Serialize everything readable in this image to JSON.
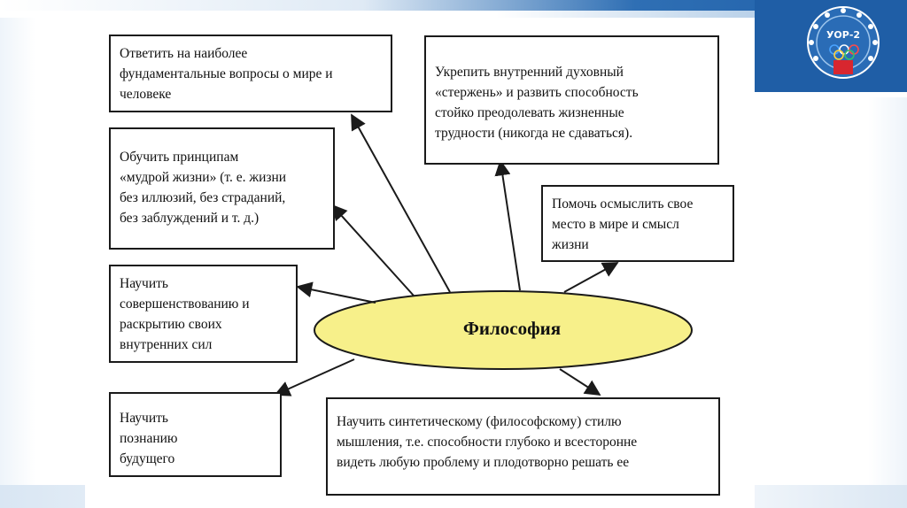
{
  "diagram": {
    "center_label": "Философия",
    "boxes": [
      {
        "id": "box-fundamental-questions",
        "text": "Ответить на наиболее\nфундаментальные вопросы о мире и\nчеловеке"
      },
      {
        "id": "box-inner-core",
        "text": "Укрепить внутренний духовный\n«стержень» и развить способность\nстойко преодолевать жизненные\nтрудности (никогда не сдаваться)."
      },
      {
        "id": "box-wise-life",
        "text": "Обучить принципам\n«мудрой жизни» (т. е. жизни\nбез иллюзий, без страданий,\nбез заблуждений и т. д.)"
      },
      {
        "id": "box-place-in-world",
        "text": "Помочь осмыслить свое\nместо в мире и смысл\nжизни"
      },
      {
        "id": "box-self-improvement",
        "text": "Научить\nсовершенствованию и\nраскрытию своих\nвнутренних сил"
      },
      {
        "id": "box-future-knowledge",
        "text": "Научить\nпознанию\nбудущего"
      },
      {
        "id": "box-synthetic-thinking",
        "text": "Научить синтетическому (философскому) стилю\nмышления, т.е. способности глубоко и всесторонне\nвидеть любую проблему и плодотворно решать ее"
      }
    ]
  },
  "logo": {
    "text": "УОР-2"
  },
  "colors": {
    "ellipse_fill": "#f7f08a",
    "border": "#1a1a1a",
    "logo_bg": "#1f5ea6"
  }
}
